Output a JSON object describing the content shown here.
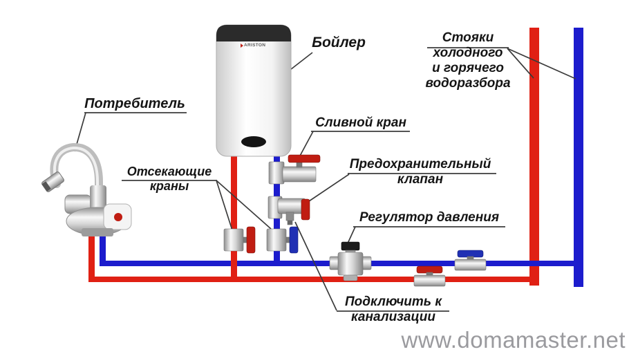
{
  "labels": {
    "boiler": {
      "text": "Бойлер"
    },
    "risers": {
      "line1": "Стояки",
      "line2": "холодного",
      "line3": "и горячего",
      "line4": "водоразбора"
    },
    "consumer": {
      "text": "Потребитель"
    },
    "drain_valve": {
      "text": "Сливной кран"
    },
    "shutoff_valves": {
      "line1": "Отсекающие",
      "line2": "краны"
    },
    "safety_valve": {
      "line1": "Предохранительный",
      "line2": "клапан"
    },
    "pressure_regulator": {
      "text": "Регулятор давления"
    },
    "sewer_connection": {
      "line1": "Подключить к",
      "line2": "канализации"
    }
  },
  "boiler": {
    "brand": "ARISTON"
  },
  "watermark": {
    "text": "www.domamaster.net"
  },
  "colors": {
    "hot_pipe": "#e02014",
    "cold_pipe": "#1c1ccd",
    "red_handle": "#c01d12",
    "blue_handle": "#2030b4",
    "watermark_gray": "#9a9a9e"
  }
}
